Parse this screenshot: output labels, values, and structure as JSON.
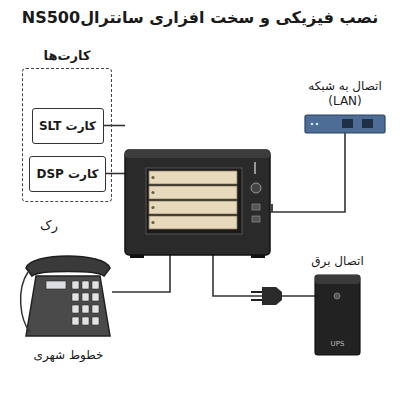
{
  "diagram": {
    "title": "نصب فیزیکی و سخت افزاری سانترالNS500",
    "nodes": [
      {
        "text": [
          "کارت‌ها"
        ]
      },
      {
        "text": [
          "کارت SLT"
        ],
        "in": 0
      },
      {
        "text": [
          "کارت DSP"
        ],
        "in": 0
      },
      {
        "text": [
          "اتصال به شبکه (LAN)"
        ]
      },
      {
        "text": [
          "رک"
        ]
      },
      {
        "text": [
          "اتصال برق",
          "UPS"
        ]
      },
      {
        "text": [
          "خطوط شهری"
        ]
      }
    ],
    "edges": [
      {
        "from": 1,
        "to": 4,
        "arrow": "none"
      },
      {
        "from": 2,
        "to": 4,
        "arrow": "none"
      },
      {
        "from": 4,
        "to": 3,
        "arrow": "none"
      },
      {
        "from": 4,
        "to": 6,
        "arrow": "none"
      },
      {
        "from": 4,
        "to": 5,
        "arrow": "none"
      }
    ]
  }
}
